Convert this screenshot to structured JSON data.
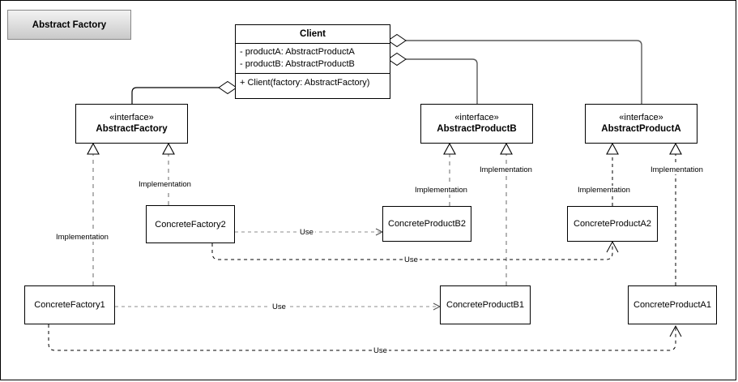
{
  "diagram": {
    "title_badge": "Abstract Factory",
    "pattern": "Abstract Factory",
    "stereotype_interface": "«interface»",
    "labels": {
      "implementation": "Implementation",
      "use": "Use"
    },
    "colors": {
      "line": "#000000",
      "dashed_gray": "#9a9a9a",
      "node_fill": "#ffffff",
      "badge_top": "#f2f2f2",
      "badge_bottom": "#c9c9c9",
      "frame": "#000000"
    }
  },
  "classes": {
    "client": {
      "name": "Client",
      "attributes": [
        "- productA: AbstractProductA",
        "- productB: AbstractProductB"
      ],
      "operations": [
        "+ Client(factory: AbstractFactory)"
      ]
    },
    "abstract_factory": {
      "stereotype": "«interface»",
      "name": "AbstractFactory"
    },
    "abstract_product_b": {
      "stereotype": "«interface»",
      "name": "AbstractProductB"
    },
    "abstract_product_a": {
      "stereotype": "«interface»",
      "name": "AbstractProductA"
    },
    "concrete_factory_1": {
      "name": "ConcreteFactory1"
    },
    "concrete_factory_2": {
      "name": "ConcreteFactory2"
    },
    "concrete_product_b2": {
      "name": "ConcreteProductB2"
    },
    "concrete_product_b1": {
      "name": "ConcreteProductB1"
    },
    "concrete_product_a2": {
      "name": "ConcreteProductA2"
    },
    "concrete_product_a1": {
      "name": "ConcreteProductA1"
    }
  },
  "edge_labels": {
    "impl_factory1": "Implementation",
    "impl_factory2": "Implementation",
    "impl_product_b1": "Implementation",
    "impl_product_b2": "Implementation",
    "impl_product_a1": "Implementation",
    "impl_product_a2": "Implementation",
    "use_f2_b2": "Use",
    "use_f2_a2": "Use",
    "use_f1_b1": "Use",
    "use_f1_a1": "Use"
  }
}
